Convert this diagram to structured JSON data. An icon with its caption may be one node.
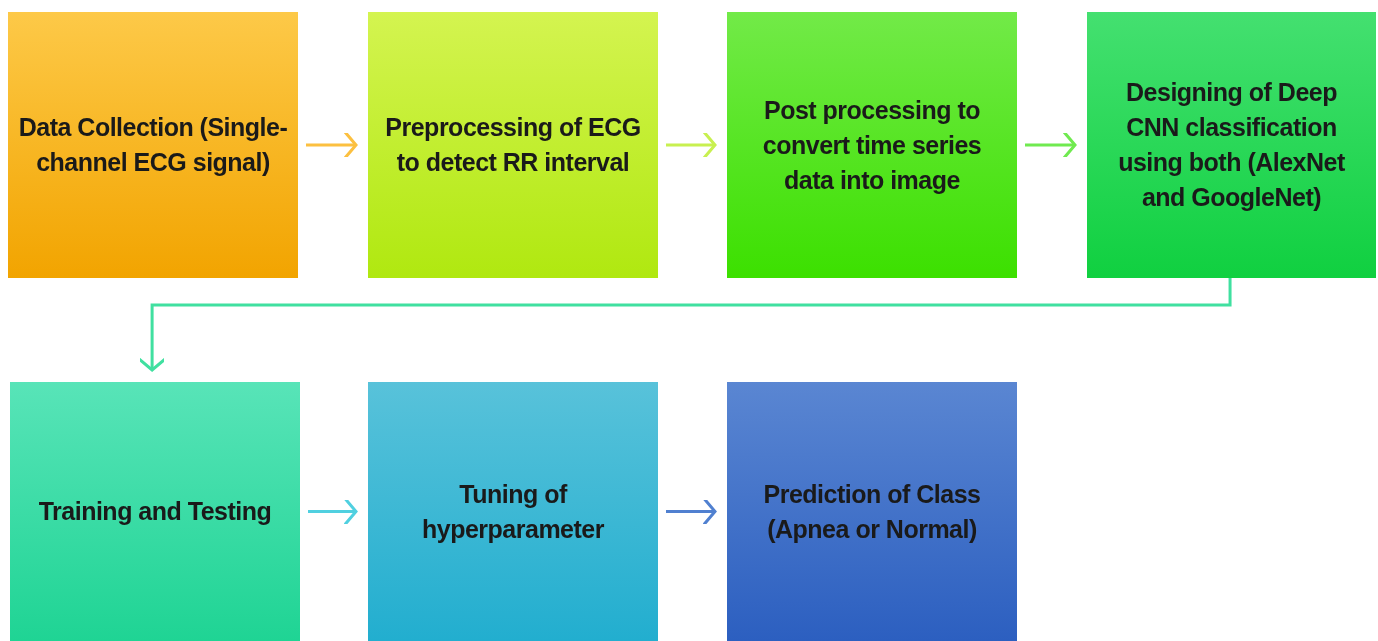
{
  "diagram": {
    "nodes": [
      {
        "text": [
          "Data Collection (Single-channel ECG signal)"
        ]
      },
      {
        "text": [
          "Preprocessing of ECG to detect RR interval"
        ]
      },
      {
        "text": [
          "Post processing to convert time series data into image"
        ]
      },
      {
        "text": [
          "Designing of Deep CNN classification using both (AlexNet and GoogleNet)"
        ]
      },
      {
        "text": [
          "Training and Testing"
        ]
      },
      {
        "text": [
          "Tuning of hyperparameter"
        ]
      },
      {
        "text": [
          "Prediction of Class (Apnea or Normal)"
        ]
      }
    ],
    "edges": [
      {
        "from": 0,
        "to": 1,
        "arrow": "to",
        "color": "#fcc040"
      },
      {
        "from": 1,
        "to": 2,
        "arrow": "to",
        "color": "#c8f050"
      },
      {
        "from": 2,
        "to": 3,
        "arrow": "to",
        "color": "#70ea50"
      },
      {
        "from": 3,
        "to": 4,
        "arrow": "to",
        "color": "#40e0a0"
      },
      {
        "from": 4,
        "to": 5,
        "arrow": "to",
        "color": "#50d0e0"
      },
      {
        "from": 5,
        "to": 6,
        "arrow": "to",
        "color": "#5080d0"
      }
    ]
  }
}
